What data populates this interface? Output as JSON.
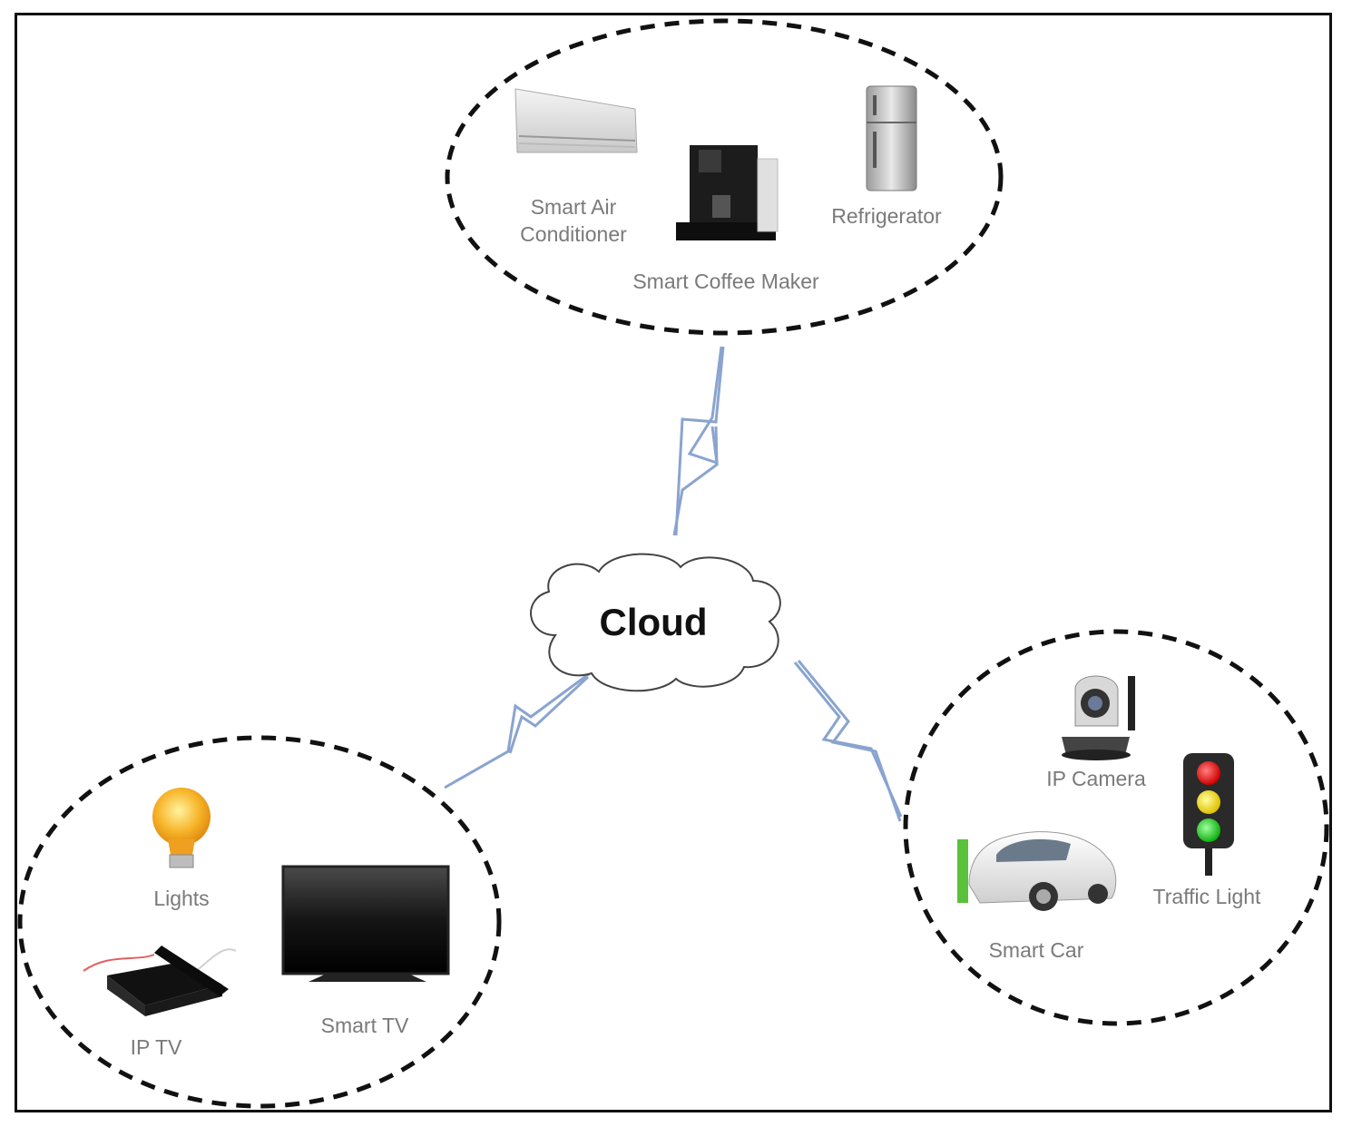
{
  "center": {
    "label": "Cloud"
  },
  "groups": {
    "top": {
      "devices": [
        {
          "label_line1": "Smart Air",
          "label_line2": "Conditioner",
          "icon": "air-conditioner-icon"
        },
        {
          "label": "Smart Coffee Maker",
          "icon": "coffee-maker-icon"
        },
        {
          "label": "Refrigerator",
          "icon": "refrigerator-icon"
        }
      ]
    },
    "bottom_left": {
      "devices": [
        {
          "label": "Lights",
          "icon": "light-bulb-icon"
        },
        {
          "label": "Smart TV",
          "icon": "smart-tv-icon"
        },
        {
          "label": "IP TV",
          "icon": "ip-tv-box-icon"
        }
      ]
    },
    "bottom_right": {
      "devices": [
        {
          "label": "IP Camera",
          "icon": "ip-camera-icon"
        },
        {
          "label": "Traffic Light",
          "icon": "traffic-light-icon"
        },
        {
          "label": "Smart Car",
          "icon": "smart-car-icon"
        }
      ]
    }
  },
  "colors": {
    "link": "#8aa4cf",
    "link_dark": "#6d88b8",
    "dashed_border": "#111111",
    "label": "#7a7a7a"
  }
}
